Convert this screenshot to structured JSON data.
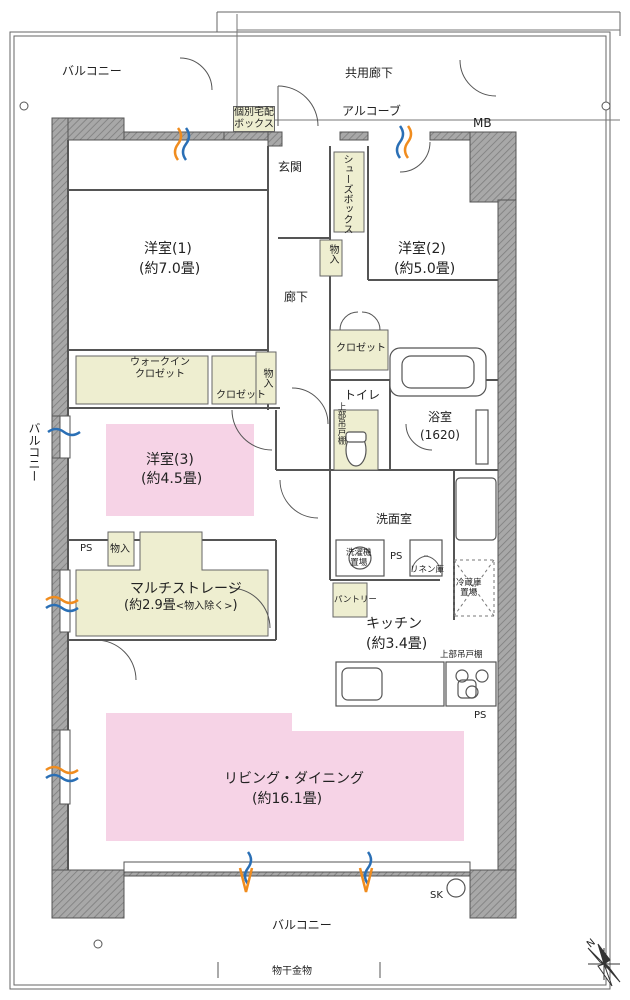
{
  "labels": {
    "balcony_top": "バルコニー",
    "common_corridor": "共用廊下",
    "delivery_box": "個別宅配\nボックス",
    "alcove": "アルコーブ",
    "mb": "MB",
    "entrance": "玄関",
    "shoes_box": "シューズボックス",
    "storage_a": "物入",
    "hallway": "廊下",
    "room1_name": "洋室(1)",
    "room1_size": "(約7.0畳)",
    "room2_name": "洋室(2)",
    "room2_size": "(約5.0畳)",
    "closet_right": "クロゼット",
    "walkin_closet": "ウォークイン\nクロゼット",
    "closet_mid": "クロゼット",
    "storage_b": "物入",
    "toilet": "トイレ",
    "upper_cabinet_v": "上部吊戸棚",
    "bath_name": "浴室",
    "bath_size": "(1620)",
    "balcony_left": "バルコニー",
    "room3_name": "洋室(3)",
    "room3_size": "(約4.5畳)",
    "washroom": "洗面室",
    "ps_left": "PS",
    "storage_c": "物入",
    "washer": "洗濯機\n置場",
    "ps_mid": "PS",
    "linen": "リネン庫",
    "fridge": "冷蔵庫\n置場",
    "multi_name": "マルチストレージ",
    "multi_size": "(約2.9畳",
    "multi_note": "<物入除く>",
    "multi_close": ")",
    "pantry": "パントリー",
    "kitchen_name": "キッチン",
    "kitchen_size": "(約3.4畳)",
    "upper_cabinet_h": "上部吊戸棚",
    "ps_right": "PS",
    "living_name": "リビング・ダイニング",
    "living_size": "(約16.1畳)",
    "sk": "SK",
    "balcony_bottom": "バルコニー",
    "drying_hardware": "物干金物",
    "compass_n": "N"
  },
  "colors": {
    "wall": "#6b6b6b",
    "wall_fill": "#9a9a9a",
    "storage_fill": "#eeeed0",
    "pink_fill": "#f6d3e6",
    "line": "#555555",
    "airflow_blue": "#2a6fb5",
    "airflow_orange": "#f08c1e"
  }
}
